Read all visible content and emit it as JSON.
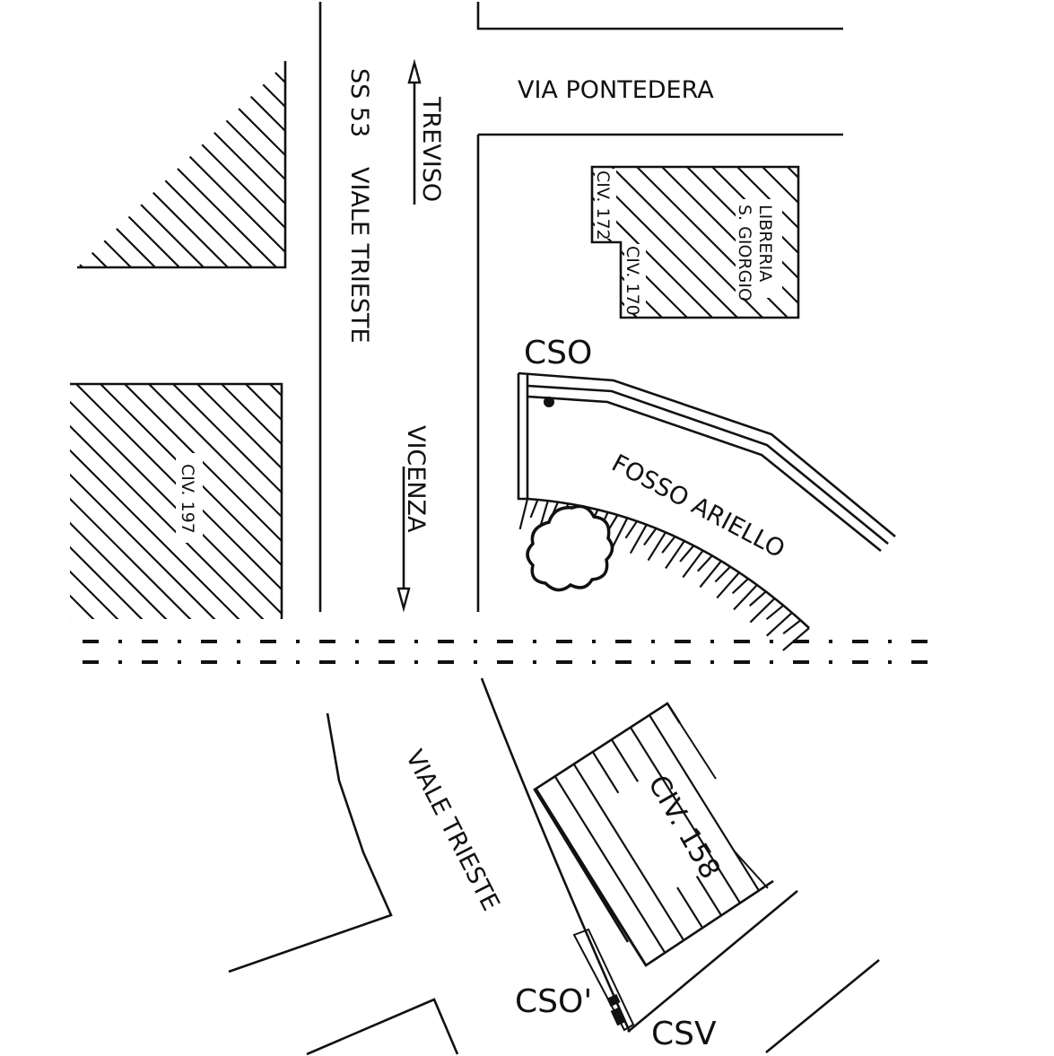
{
  "diagram": {
    "type": "site-plan",
    "roads": {
      "via_pontedera": "VIA PONTEDERA",
      "ss53": "SS 53",
      "viale_trieste_north": "VIALE TRIESTE",
      "viale_trieste_south": "VIALE TRIESTE"
    },
    "directions": {
      "north": "TREVISO",
      "south": "VICENZA"
    },
    "buildings": {
      "libreria_line1": "LIBRERIA",
      "libreria_line2": "S. GIORGIO",
      "civ_172": "CIV. 172",
      "civ_170": "CIV. 170",
      "civ_197": "CIV. 197",
      "civ_158": "CIV. 158"
    },
    "watercourse": "FOSSO ARIELLO",
    "points": {
      "cso": "CSO",
      "cso_prime": "CSO'",
      "csv": "CSV"
    },
    "colors": {
      "ink": "#111111",
      "background": "#ffffff"
    }
  }
}
